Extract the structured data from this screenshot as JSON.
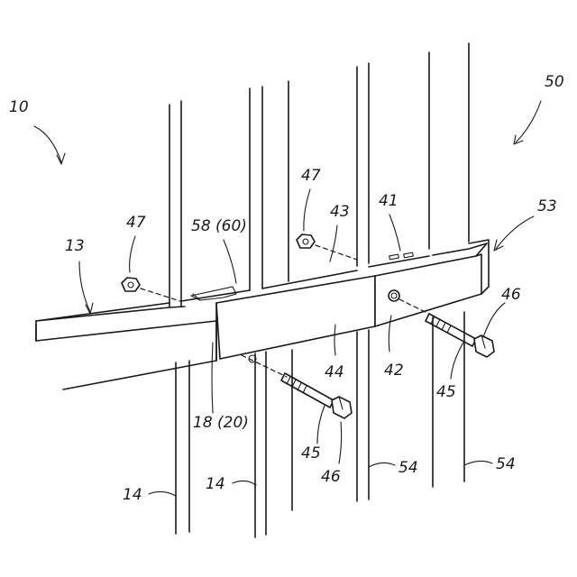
{
  "figure": {
    "labels": {
      "l10": "10",
      "l50": "50",
      "l13": "13",
      "l47a": "47",
      "l47b": "47",
      "l58": "58 (60)",
      "l43": "43",
      "l41": "41",
      "l53": "53",
      "l46a": "46",
      "l46b": "46",
      "l42": "42",
      "l44": "44",
      "l45a": "45",
      "l45b": "45",
      "l18": "18 (20)",
      "l14a": "14",
      "l14b": "14",
      "l54a": "54",
      "l54b": "54"
    }
  }
}
